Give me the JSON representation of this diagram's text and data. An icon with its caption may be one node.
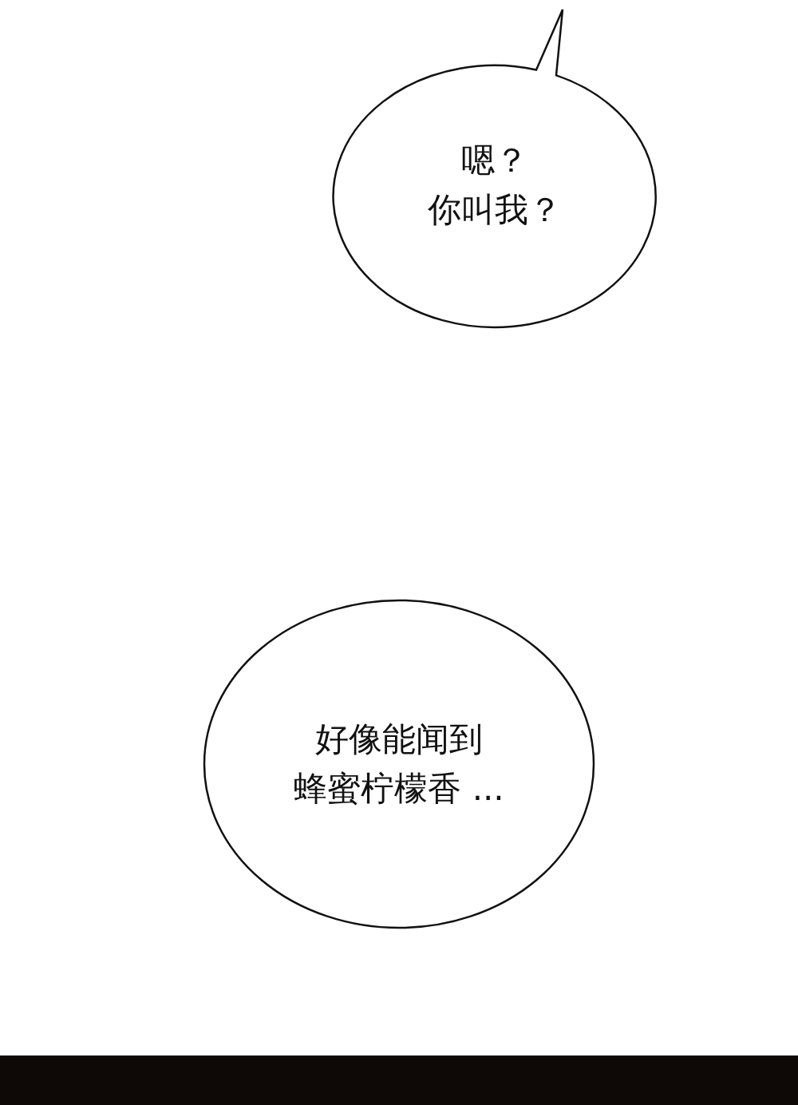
{
  "diagram": {
    "nodes": [
      {
        "text": [
          "嗯？你叫我？"
        ]
      },
      {
        "text": [
          "好像能闻到蜂蜜柠檬香 ..."
        ]
      },
      {
        "text": [],
        "shape": "bar"
      }
    ]
  }
}
